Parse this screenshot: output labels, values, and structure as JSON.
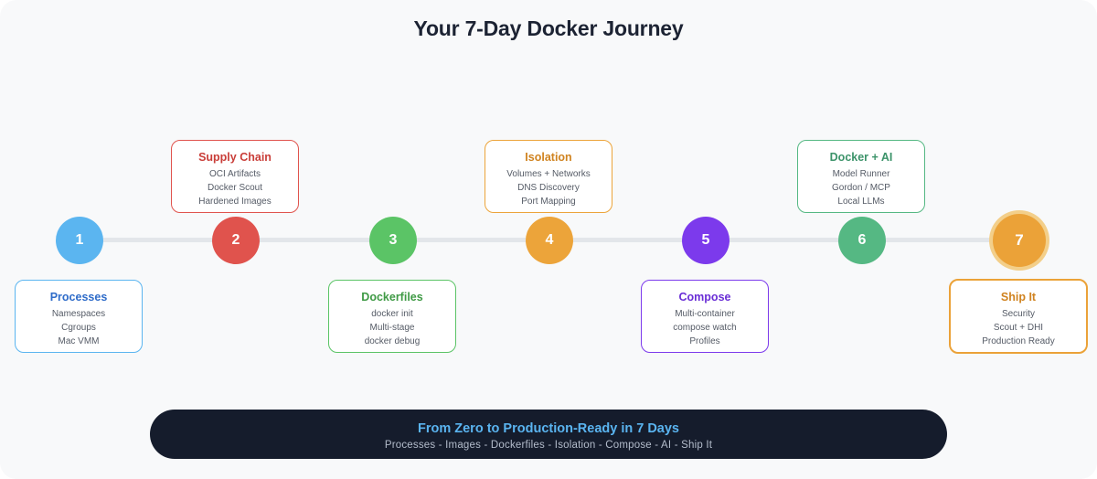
{
  "title": "Your 7-Day Docker Journey",
  "steps": [
    {
      "number": "1",
      "title": "Processes",
      "items": [
        "Namespaces",
        "Cgroups",
        "Mac VMM"
      ],
      "color": "#5bb5f0",
      "title_color": "#2f6cc9",
      "position": "below"
    },
    {
      "number": "2",
      "title": "Supply Chain",
      "items": [
        "OCI Artifacts",
        "Docker Scout",
        "Hardened Images"
      ],
      "color": "#e0534d",
      "title_color": "#c93d38",
      "position": "above"
    },
    {
      "number": "3",
      "title": "Dockerfiles",
      "items": [
        "docker init",
        "Multi-stage",
        "docker debug"
      ],
      "color": "#5bc466",
      "title_color": "#3f9a45",
      "position": "below"
    },
    {
      "number": "4",
      "title": "Isolation",
      "items": [
        "Volumes + Networks",
        "DNS Discovery",
        "Port Mapping"
      ],
      "color": "#eca43a",
      "title_color": "#d08320",
      "position": "above"
    },
    {
      "number": "5",
      "title": "Compose",
      "items": [
        "Multi-container",
        "compose watch",
        "Profiles"
      ],
      "color": "#7c3aec",
      "title_color": "#6a2ed6",
      "position": "below"
    },
    {
      "number": "6",
      "title": "Docker + AI",
      "items": [
        "Model Runner",
        "Gordon / MCP",
        "Local LLMs"
      ],
      "color": "#55b883",
      "title_color": "#3c936a",
      "position": "above"
    },
    {
      "number": "7",
      "title": "Ship It",
      "items": [
        "Security",
        "Scout + DHI",
        "Production Ready"
      ],
      "color": "#eba238",
      "title_color": "#d08320",
      "position": "below",
      "final": true
    }
  ],
  "banner": {
    "title": "From Zero to Production-Ready in 7 Days",
    "subtitle": "Processes - Images - Dockerfiles - Isolation - Compose - AI - Ship It"
  }
}
